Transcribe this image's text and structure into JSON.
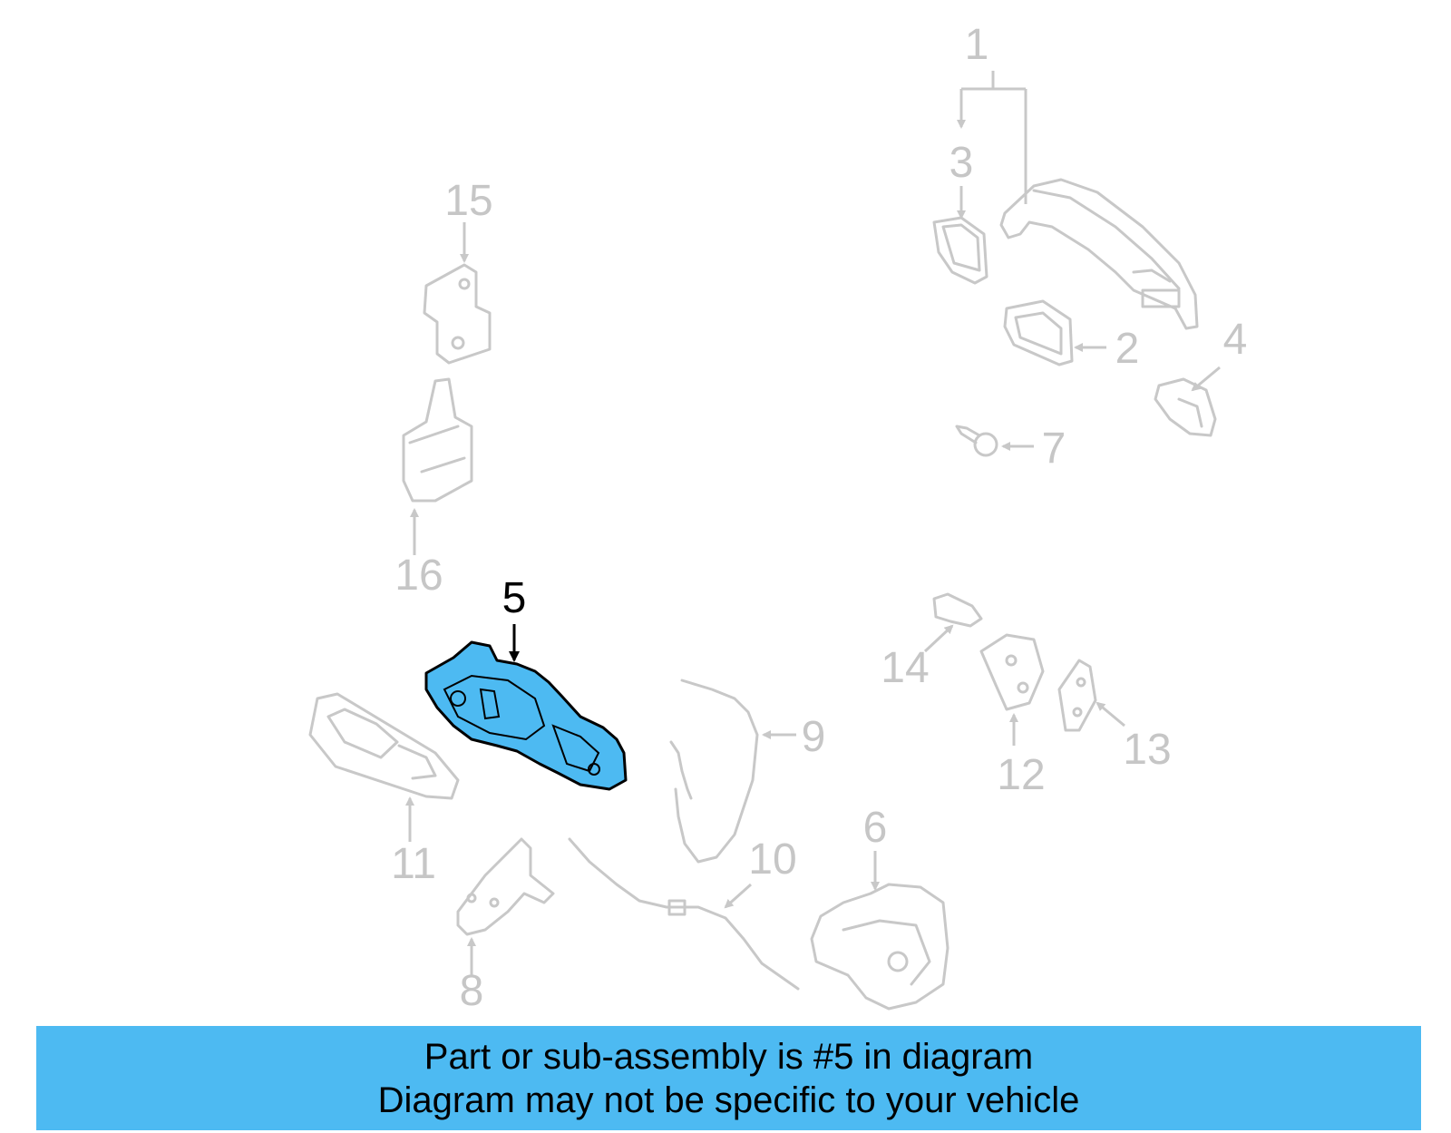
{
  "diagram": {
    "highlighted_part": "5",
    "highlight_color": "#4dbaf2",
    "part_line_color": "#c8c8c8",
    "callouts": [
      "1",
      "2",
      "3",
      "4",
      "5",
      "6",
      "7",
      "8",
      "9",
      "10",
      "11",
      "12",
      "13",
      "14",
      "15",
      "16"
    ]
  },
  "banner": {
    "background": "#4dbaf2",
    "line1": "Part or sub-assembly is #5 in diagram",
    "line2": "Diagram may not be specific to your vehicle"
  }
}
